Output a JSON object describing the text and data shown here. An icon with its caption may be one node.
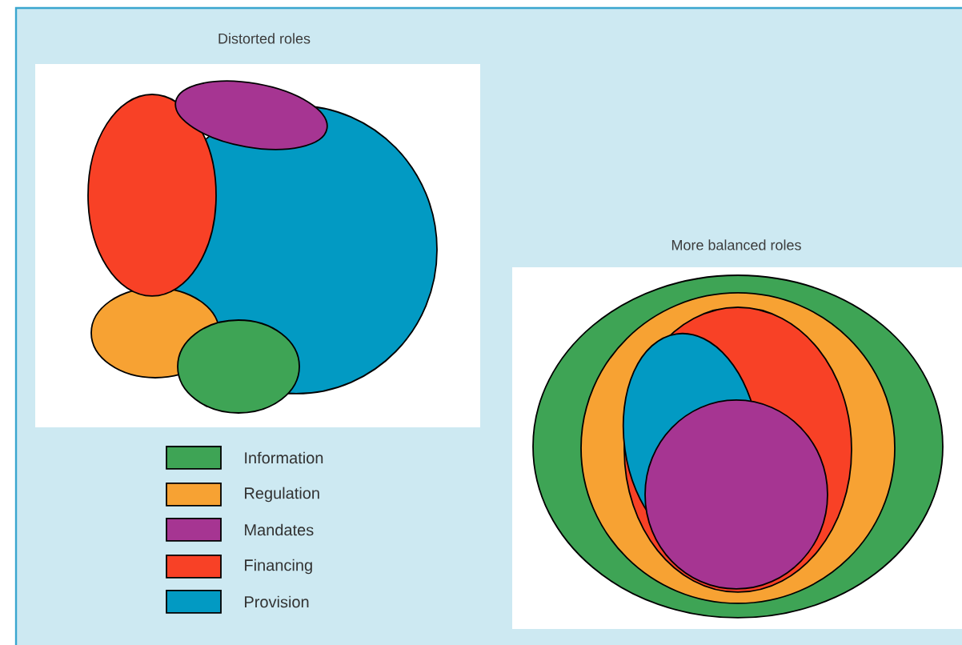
{
  "diagram": {
    "nodes": [
      {
        "text": [
          "Distorted roles"
        ]
      },
      {
        "text": [
          "More balanced roles"
        ]
      }
    ],
    "legend": [
      {
        "text": "Information",
        "color": "#3ea455"
      },
      {
        "text": "Regulation",
        "color": "#f7a233"
      },
      {
        "text": "Mandates",
        "color": "#a63592"
      },
      {
        "text": "Financing",
        "color": "#f84126"
      },
      {
        "text": "Provision",
        "color": "#029ac3"
      }
    ]
  }
}
